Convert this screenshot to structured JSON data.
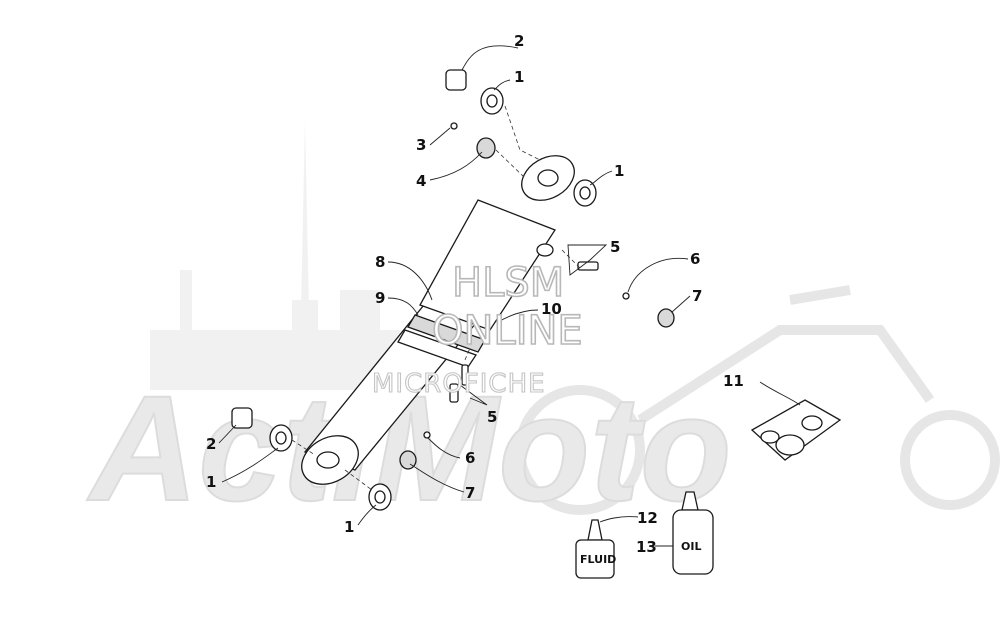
{
  "watermark": {
    "logo_text": "ActiMoto",
    "line1": "HLSM",
    "line2": "ONLINE",
    "line3": "MICROFICHE"
  },
  "callouts": [
    {
      "id": "c-2-top",
      "text": "2"
    },
    {
      "id": "c-1-top",
      "text": "1"
    },
    {
      "id": "c-3",
      "text": "3"
    },
    {
      "id": "c-4",
      "text": "4"
    },
    {
      "id": "c-1-mid",
      "text": "1"
    },
    {
      "id": "c-5-top",
      "text": "5"
    },
    {
      "id": "c-6-top",
      "text": "6"
    },
    {
      "id": "c-7-top",
      "text": "7"
    },
    {
      "id": "c-8",
      "text": "8"
    },
    {
      "id": "c-9",
      "text": "9"
    },
    {
      "id": "c-10",
      "text": "10"
    },
    {
      "id": "c-11",
      "text": "11"
    },
    {
      "id": "c-5-bot",
      "text": "5"
    },
    {
      "id": "c-6-bot",
      "text": "6"
    },
    {
      "id": "c-7-bot",
      "text": "7"
    },
    {
      "id": "c-2-bot",
      "text": "2"
    },
    {
      "id": "c-1-botleft",
      "text": "1"
    },
    {
      "id": "c-1-bot",
      "text": "1"
    },
    {
      "id": "c-12",
      "text": "12"
    },
    {
      "id": "c-13",
      "text": "13"
    }
  ],
  "bottles": {
    "fluid_label": "FLUID",
    "oil_label": "OIL"
  }
}
